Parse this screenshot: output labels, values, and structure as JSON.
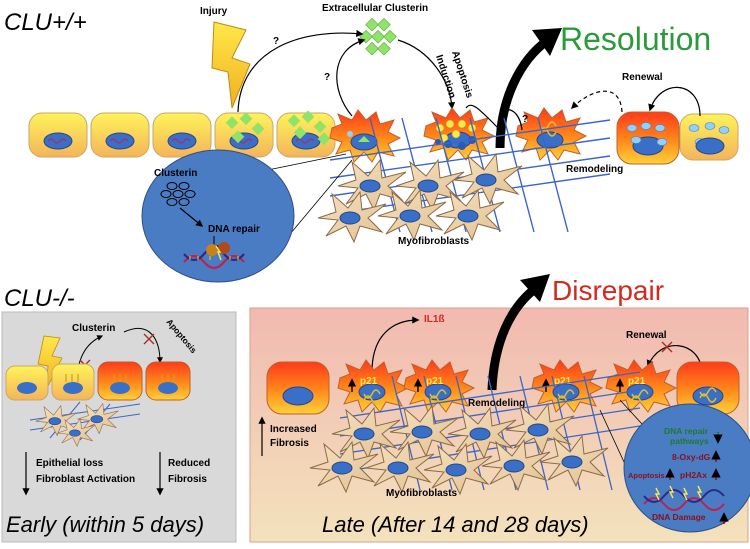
{
  "top": {
    "genotype": "CLU+/+",
    "injury": "Injury",
    "extracellular_clusterin": "Extracellular Clusterin",
    "question_mark": "?",
    "apoptosis": "Apoptosis",
    "induction": "Induction",
    "resolution": "Resolution",
    "renewal": "Renewal",
    "remodeling": "Remodeling",
    "myofibroblasts": "Myofibroblasts",
    "inset": {
      "clusterin": "Clusterin",
      "dna_repair": "DNA repair"
    }
  },
  "early": {
    "genotype": "CLU-/-",
    "clusterin": "Clusterin",
    "apoptosis": "Apoptosis",
    "epithelial_loss": "Epithelial loss",
    "fibroblast_activation": "Fibroblast Activation",
    "reduced": "Reduced",
    "fibrosis": "Fibrosis",
    "caption": "Early (within 5 days)"
  },
  "late": {
    "disrepair": "Disrepair",
    "il1b": "IL1ß",
    "renewal": "Renewal",
    "p21": "p21",
    "remodeling": "Remodeling",
    "increased": "Increased",
    "fibrosis": "Fibrosis",
    "myofibroblasts": "Myofibroblasts",
    "caption": "Late (After 14 and 28 days)",
    "inset": {
      "dna_repair": "DNA repair",
      "pathways": "pathways",
      "oxy_dg": "8-Oxy-dG",
      "apoptosis": "Apoptosis",
      "ph2ax": "pH2Ax",
      "dna_damage": "DNA Damage"
    }
  },
  "colors": {
    "resolution_green": "#2a9a3a",
    "disrepair_red": "#d42a1e",
    "nucleus_blue": "#3a6fc8",
    "inset_blue": "#4a7cc4",
    "early_panel": "#d9d9d9",
    "late_panel": "#f0c9b8"
  }
}
